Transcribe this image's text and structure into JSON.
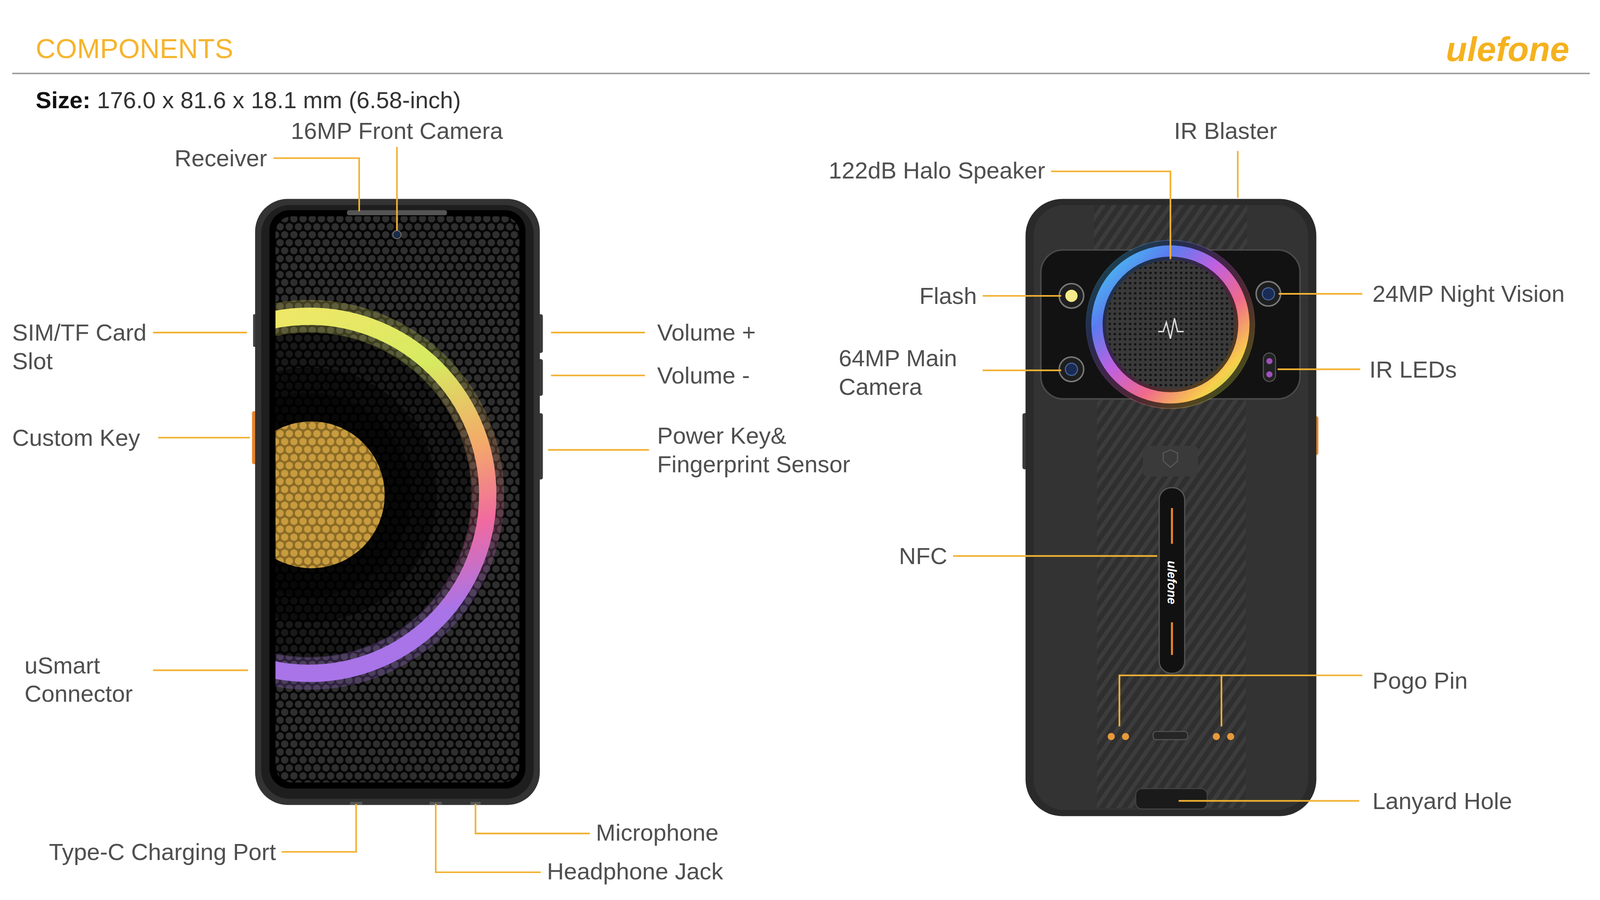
{
  "diagram": {
    "title": "COMPONENTS",
    "labels": [
      "ulefone",
      "Size:",
      "176.0 x 81.6 x 18.1 mm (6.58-inch)",
      "16MP Front Camera",
      "Receiver",
      "SIM/TF Card Slot",
      "Custom Key",
      "uSmart Connector",
      "Type-C Charging Port",
      "Headphone Jack",
      "Microphone",
      "Volume +",
      "Volume -",
      "Power Key& Fingerprint Sensor",
      "IR Blaster",
      "122dB Halo Speaker",
      "Flash",
      "64MP Main Camera",
      "24MP Night Vision",
      "IR LEDs",
      "NFC",
      "Pogo Pin",
      "Lanyard Hole",
      "ulefone"
    ]
  }
}
